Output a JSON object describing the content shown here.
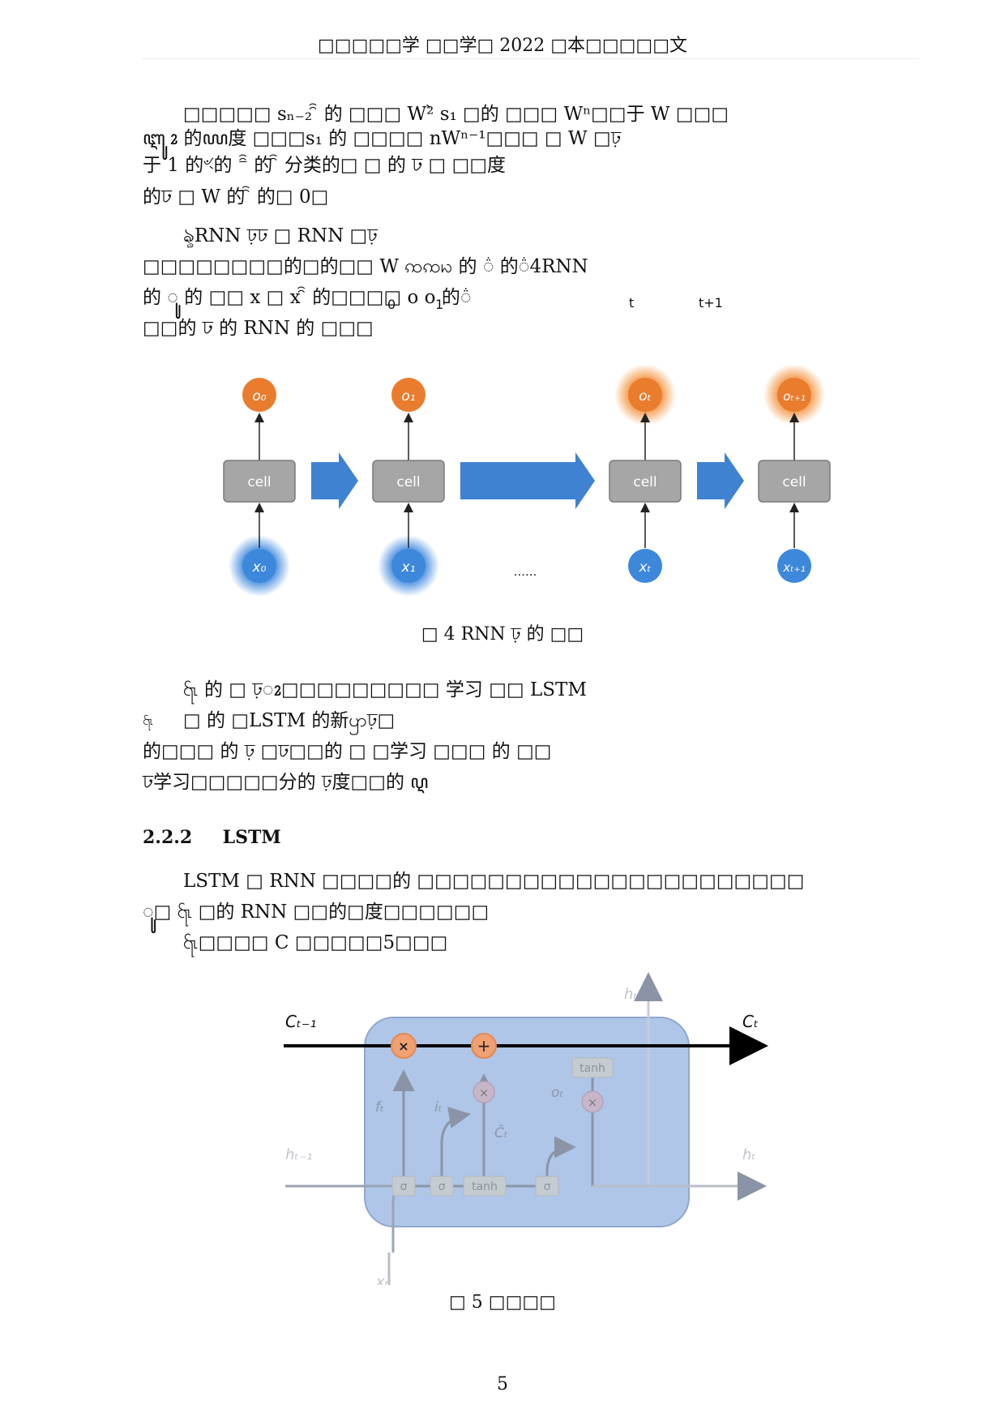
{
  "header": {
    "title": "□□□□□学 □□学□ 2022 □本□□□□□文"
  },
  "paragraph1": {
    "line1": "□□□□□ sₙ₋₂ ꩰ 的 □□□ W²̀ s₁ □的 □□□ Wⁿ□□于 W □□□",
    "line2": "ꦆꦸ ꦴ 的ꦪ度 □□□s₁ 的 □□□□ nWⁿ⁻¹□□□ □ W □ঢ়",
    "line3": "于 1 的ৼ的 ⁻ꩰ 的 ꩰ 分类的□ □ 的 ঢ □ □□度",
    "line4": "的ঢ □ W 的 ꩰ 的□ 0□"
  },
  "paragraph2": {
    "line1": "ৡRNN ঢ়ঢ □ RNN □ঢ়",
    "line2": "□□□□□□□□的□的□□ W ꩡꩡꩢ 的 ꦳ 的꦳4RNN",
    "line3_main": "的 ꦸ   的 □□ x   □ x   ꩰ 的□□□□ o  o      的꦳",
    "line3_sub0": "0",
    "line3_sub1": "1",
    "line3_t": "t",
    "line3_t1": "t+1",
    "line4": "□□的 ঢ 的 RNN 的 □□□"
  },
  "figure4": {
    "caption": "□ 4    RNN ঢ় 的 □□",
    "cell_label": "cell",
    "outputs": [
      "o₀",
      "o₁",
      "oₜ",
      "oₜ₊₁"
    ],
    "inputs": [
      "x₀",
      "x₁",
      "xₜ",
      "xₜ₊₁"
    ],
    "ellipsis": "......"
  },
  "paragraph3": {
    "line1": "꩷ 的 □ ঢ়ꦴ□□□□□□□□□ 学习 □□ LSTM",
    "line2a": "꩷",
    "line2b": "□ 的 □LSTM 的新ꩥঢ়□",
    "line3": "的□□□ 的 ঢ় □ঢ□□的 □ □学习 □□□ 的 □□",
    "line4": "ঢ学习□□□□□分的 ঢ়度□□的 ꦉ"
  },
  "section": {
    "number": "2.2.2",
    "title": "LSTM"
  },
  "paragraph4": {
    "line1": "LSTM □ RNN □□□□的 □□□□□□□□□□□□□□□□□□□□□□",
    "line2": "ꦸ□ ꩷ □的 RNN □□的□度□□□□□□",
    "line3": "꩷□□□□ C □□□□□5□□□"
  },
  "figure5": {
    "caption": "□ 5    □□□□",
    "c_prev": "Cₜ₋₁",
    "c_next": "Cₜ",
    "h_prev": "hₜ₋₁",
    "h_next": "hₜ",
    "h_top": "hₜ",
    "x_in": "xₜ",
    "f_gate": "fₜ",
    "i_gate": "iₜ",
    "o_gate": "oₜ",
    "c_hat": "Ĉₜ",
    "sigma": "σ",
    "tanh": "tanh",
    "times": "×",
    "plus": "+"
  },
  "page_number": "5"
}
